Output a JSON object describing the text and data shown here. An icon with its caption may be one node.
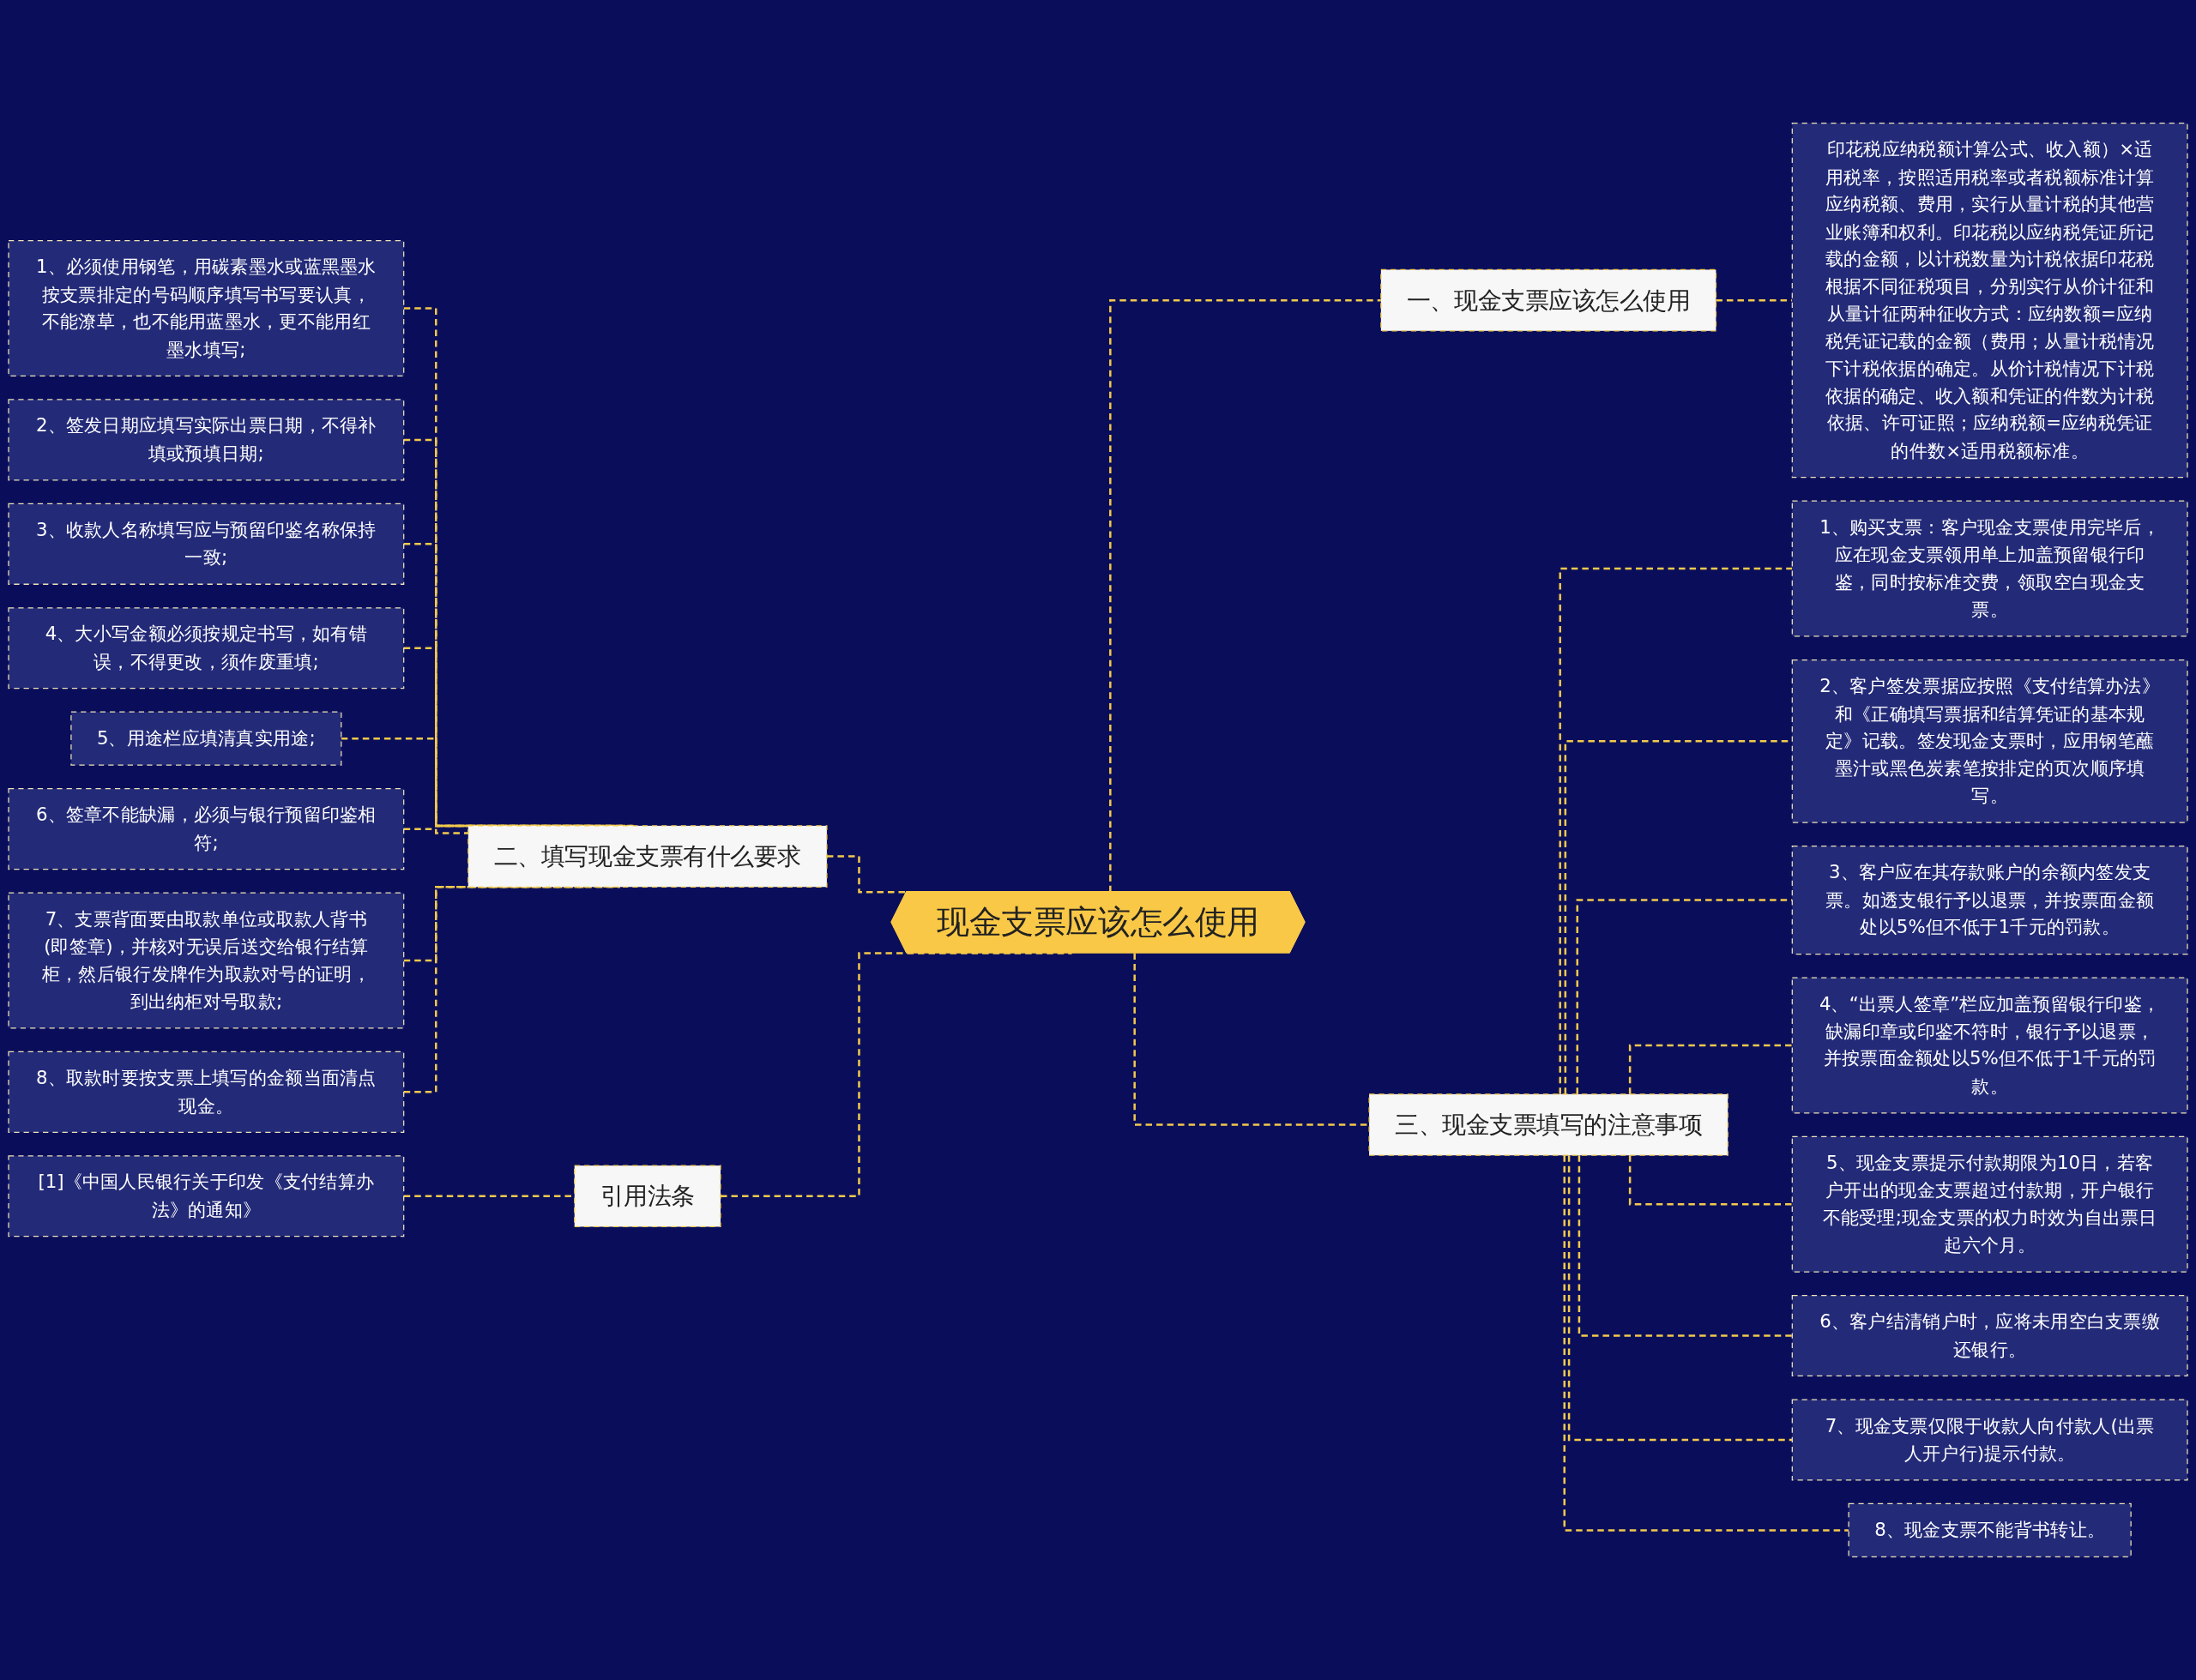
{
  "diagram": {
    "nodes": [
      {
        "text": [
          "现金支票应该怎么使用"
        ]
      },
      {
        "text": [
          "二、填写现金支票有什么要求"
        ]
      },
      {
        "text": [
          "1、必须使用钢笔，用碳素墨水或蓝黑墨水按支票排定的号码顺序填写书写要认真，不能潦草，也不能用蓝墨水，更不能用红墨水填写;"
        ]
      },
      {
        "text": [
          "2、签发日期应填写实际出票日期，不得补填或预填日期;"
        ]
      },
      {
        "text": [
          "3、收款人名称填写应与预留印鉴名称保持一致;"
        ]
      },
      {
        "text": [
          "4、大小写金额必须按规定书写，如有错误，不得更改，须作废重填;"
        ]
      },
      {
        "text": [
          "5、用途栏应填清真实用途;"
        ]
      },
      {
        "text": [
          "6、签章不能缺漏，必须与银行预留印鉴相符;"
        ]
      },
      {
        "text": [
          "7、支票背面要由取款单位或取款人背书(即签章)，并核对无误后送交给银行结算柜，然后银行发牌作为取款对号的证明，到出纳柜对号取款;"
        ]
      },
      {
        "text": [
          "8、取款时要按支票上填写的金额当面清点现金。"
        ]
      },
      {
        "text": [
          "引用法条"
        ]
      },
      {
        "text": [
          "[1]《中国人民银行关于印发《支付结算办法》的通知》"
        ]
      },
      {
        "text": [
          "一、现金支票应该怎么使用"
        ]
      },
      {
        "text": [
          "印花税应纳税额计算公式、收入额）×适用税率，按照适用税率或者税额标准计算应纳税额、费用，实行从量计税的其他营业账簿和权利。印花税以应纳税凭证所记载的金额，以计税数量为计税依据印花税根据不同征税项目，分别实行从价计征和从量计征两种征收方式：应纳数额=应纳税凭证记载的金额（费用；从量计税情况下计税依据的确定。从价计税情况下计税依据的确定、收入额和凭证的件数为计税依据、许可证照；应纳税额=应纳税凭证的件数×适用税额标准。"
        ]
      },
      {
        "text": [
          "三、现金支票填写的注意事项"
        ]
      },
      {
        "text": [
          "1、购买支票：客户现金支票使用完毕后，应在现金支票领用单上加盖预留银行印鉴，同时按标准交费，领取空白现金支票。"
        ]
      },
      {
        "text": [
          "2、客户签发票据应按照《支付结算办法》和《正确填写票据和结算凭证的基本规定》记载。签发现金支票时，应用钢笔蘸墨汁或黑色炭素笔按排定的页次顺序填写。"
        ]
      },
      {
        "text": [
          "3、客户应在其存款账户的余额内签发支票。如透支银行予以退票，并按票面金额处以5%但不低于1千元的罚款。"
        ]
      },
      {
        "text": [
          "4、“出票人签章”栏应加盖预留银行印鉴，缺漏印章或印鉴不符时，银行予以退票，并按票面金额处以5%但不低于1千元的罚款。"
        ]
      },
      {
        "text": [
          "5、现金支票提示付款期限为10日，若客户开出的现金支票超过付款期，开户银行不能受理;现金支票的权力时效为自出票日起六个月。"
        ]
      },
      {
        "text": [
          "6、客户结清销户时，应将未用空白支票缴还银行。"
        ]
      },
      {
        "text": [
          "7、现金支票仅限于收款人向付款人(出票人开户行)提示付款。"
        ]
      },
      {
        "text": [
          "8、现金支票不能背书转让。"
        ]
      }
    ],
    "edges": [
      {
        "from": 0,
        "to": 1,
        "arrow": "none",
        "style": "dashed"
      },
      {
        "from": 1,
        "to": 2,
        "arrow": "none",
        "style": "dashed"
      },
      {
        "from": 1,
        "to": 3,
        "arrow": "none",
        "style": "dashed"
      },
      {
        "from": 1,
        "to": 4,
        "arrow": "none",
        "style": "dashed"
      },
      {
        "from": 1,
        "to": 5,
        "arrow": "none",
        "style": "dashed"
      },
      {
        "from": 1,
        "to": 6,
        "arrow": "none",
        "style": "dashed"
      },
      {
        "from": 1,
        "to": 7,
        "arrow": "none",
        "style": "dashed"
      },
      {
        "from": 1,
        "to": 8,
        "arrow": "none",
        "style": "dashed"
      },
      {
        "from": 1,
        "to": 9,
        "arrow": "none",
        "style": "dashed"
      },
      {
        "from": 0,
        "to": 10,
        "arrow": "none",
        "style": "dashed"
      },
      {
        "from": 10,
        "to": 11,
        "arrow": "none",
        "style": "dashed"
      },
      {
        "from": 0,
        "to": 12,
        "arrow": "none",
        "style": "dashed"
      },
      {
        "from": 12,
        "to": 13,
        "arrow": "none",
        "style": "dashed"
      },
      {
        "from": 0,
        "to": 14,
        "arrow": "none",
        "style": "dashed"
      },
      {
        "from": 14,
        "to": 15,
        "arrow": "none",
        "style": "dashed"
      },
      {
        "from": 14,
        "to": 16,
        "arrow": "none",
        "style": "dashed"
      },
      {
        "from": 14,
        "to": 17,
        "arrow": "none",
        "style": "dashed"
      },
      {
        "from": 14,
        "to": 18,
        "arrow": "none",
        "style": "dashed"
      },
      {
        "from": 14,
        "to": 19,
        "arrow": "none",
        "style": "dashed"
      },
      {
        "from": 14,
        "to": 20,
        "arrow": "none",
        "style": "dashed"
      },
      {
        "from": 14,
        "to": 21,
        "arrow": "none",
        "style": "dashed"
      },
      {
        "from": 14,
        "to": 22,
        "arrow": "none",
        "style": "dashed"
      }
    ]
  }
}
